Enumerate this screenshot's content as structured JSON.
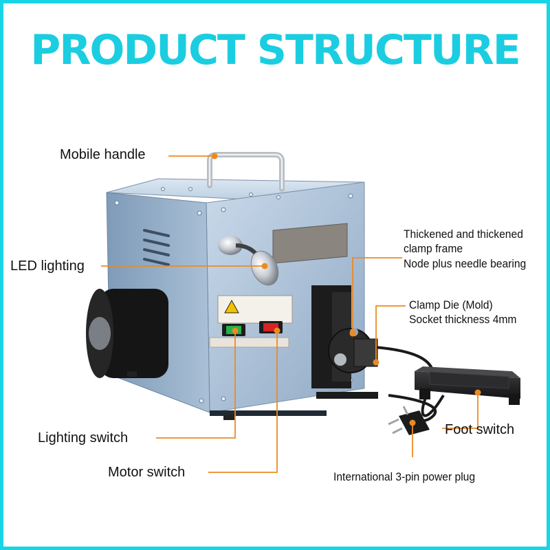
{
  "title": "PRODUCT STRUCTURE",
  "colors": {
    "frame": "#19d3e6",
    "title": "#1bcde0",
    "leader": "#ec8a22",
    "machine_body": "#9fb9d3",
    "foot_pedal": "#1c1c1e"
  },
  "labels": {
    "mobile_handle": "Mobile handle",
    "led_lighting": "LED lighting",
    "lighting_switch": "Lighting switch",
    "motor_switch": "Motor switch",
    "clamp_frame": [
      "Thickened and thickened",
      "clamp frame",
      "Node plus needle bearing"
    ],
    "clamp_die": [
      "Clamp Die (Mold)",
      "Socket thickness 4mm"
    ],
    "foot_switch": "Foot switch",
    "power_plug": "International 3-pin power plug"
  }
}
